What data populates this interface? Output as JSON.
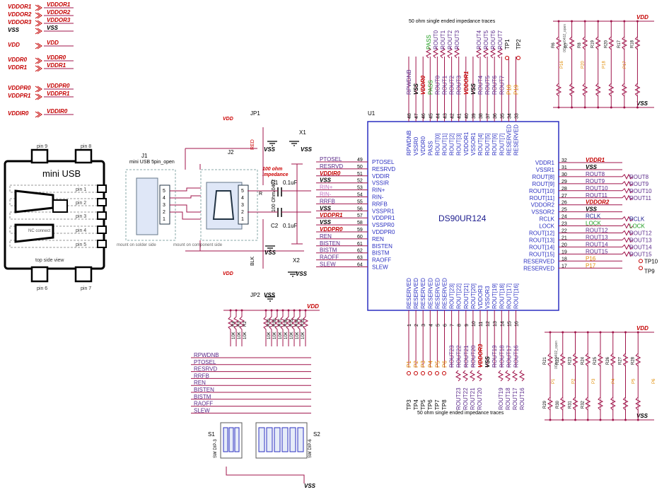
{
  "power_labels": [
    {
      "left": "VDDOR1",
      "right": "VDDOR1"
    },
    {
      "left": "VDDOR2",
      "right": "VDDOR2"
    },
    {
      "left": "VDDOR3",
      "right": "VDDOR3"
    },
    {
      "left": "VSS",
      "right": "VSS"
    },
    {
      "left": "VDD",
      "right": "VDD"
    },
    {
      "left": "VDDR0",
      "right": "VDDR0"
    },
    {
      "left": "VDDR1",
      "right": "VDDR1"
    },
    {
      "left": "VDDPR0",
      "right": "VDDPR0"
    },
    {
      "left": "VDDPR1",
      "right": "VDDPR1"
    },
    {
      "left": "VDDIR0",
      "right": "VDDIR0"
    }
  ],
  "usb": {
    "title": "mini USB",
    "pins": [
      "pin 1",
      "pin 2",
      "pin 3",
      "pin 4",
      "pin 5"
    ],
    "nc": "NC connect",
    "caption": "top side view",
    "pin9": "pin 9",
    "pin8": "pin 8",
    "pin6": "pin 6",
    "pin7": "pin 7"
  },
  "j1": {
    "ref": "J1",
    "desc": "mini USB 5pin_open",
    "note": "mount on solder side"
  },
  "j2": {
    "ref": "J2",
    "note": "mount on component side"
  },
  "jp1": "JP1",
  "jp2": "JP2",
  "x1": "X1",
  "x2": "X2",
  "red": "RED",
  "blk": "BLK",
  "vdd": "VDD",
  "vss": "VSS",
  "c1": "C1",
  "c2": "C2",
  "cval": "0.1uF",
  "r_label": "R",
  "r_value": "100 Ohm/0402",
  "impedance_note": [
    "100 ohm",
    "impedance"
  ],
  "top_note": "50 ohm single ended impedance traces",
  "bottom_note": "50 ohm single ended impedance traces",
  "u1": {
    "ref": "U1",
    "name": "DS90UR124"
  },
  "left_pins": [
    {
      "num": "49",
      "name": "PTOSEL",
      "net": "PTOSEL"
    },
    {
      "num": "50",
      "name": "RESRVD",
      "net": "RESRVD"
    },
    {
      "num": "51",
      "name": "VDDIR",
      "net": "VDDIR0"
    },
    {
      "num": "52",
      "name": "VSSIR",
      "net": "VSS"
    },
    {
      "num": "53",
      "name": "RIN+",
      "net": "RIN+"
    },
    {
      "num": "54",
      "name": "RIN-",
      "net": "RIN-"
    },
    {
      "num": "55",
      "name": "RRFB",
      "net": "RRFB"
    },
    {
      "num": "56",
      "name": "VSSPR1",
      "net": "VSS"
    },
    {
      "num": "57",
      "name": "VDDPR1",
      "net": "VDDPR1"
    },
    {
      "num": "58",
      "name": "VSSPR0",
      "net": "VSS"
    },
    {
      "num": "59",
      "name": "VDDPR0",
      "net": "VDDPR0"
    },
    {
      "num": "60",
      "name": "REN",
      "net": "REN"
    },
    {
      "num": "61",
      "name": "BISTEN",
      "net": "BISTEN"
    },
    {
      "num": "62",
      "name": "BISTM",
      "net": "BISTM"
    },
    {
      "num": "63",
      "name": "RAOFF",
      "net": "RAOFF"
    },
    {
      "num": "64",
      "name": "SLEW",
      "net": "SLEW"
    }
  ],
  "right_pins": [
    {
      "num": "32",
      "name": "VDDR1",
      "net": "VDDR1"
    },
    {
      "num": "31",
      "name": "VSSR1",
      "net": "VSS"
    },
    {
      "num": "30",
      "name": "ROUT[8]",
      "net": "ROUT8"
    },
    {
      "num": "29",
      "name": "ROUT[9]",
      "net": "ROUT9"
    },
    {
      "num": "28",
      "name": "ROUT[10]",
      "net": "ROUT10"
    },
    {
      "num": "27",
      "name": "ROUT[11]",
      "net": "ROUT11"
    },
    {
      "num": "26",
      "name": "VDDOR2",
      "net": "VDDOR2"
    },
    {
      "num": "25",
      "name": "VSSOR2",
      "net": "VSS"
    },
    {
      "num": "24",
      "name": "RCLK",
      "net": "RCLK"
    },
    {
      "num": "23",
      "name": "LOCK",
      "net": "LOCK"
    },
    {
      "num": "22",
      "name": "ROUT[12]",
      "net": "ROUT12"
    },
    {
      "num": "21",
      "name": "ROUT[13]",
      "net": "ROUT13"
    },
    {
      "num": "20",
      "name": "ROUT[14]",
      "net": "ROUT14"
    },
    {
      "num": "19",
      "name": "ROUT[15]",
      "net": "ROUT15"
    },
    {
      "num": "18",
      "name": "RESERVED",
      "net": "P16"
    },
    {
      "num": "17",
      "name": "RESERVED",
      "net": "P17"
    }
  ],
  "right_out": [
    "ROUT8",
    "ROUT9",
    "ROUT10",
    "ROUT11",
    "RCLK",
    "LOCK",
    "ROUT12",
    "ROUT13",
    "ROUT14",
    "ROUT15"
  ],
  "tp_right": [
    "TP10",
    "TP9"
  ],
  "top_pins": [
    {
      "num": "48",
      "name": "RPWDNB",
      "net": "RPWDNB"
    },
    {
      "num": "47",
      "name": "VSSR0",
      "net": "VSS"
    },
    {
      "num": "46",
      "name": "VDDR0",
      "net": "VDDR0"
    },
    {
      "num": "45",
      "name": "PASS",
      "net": "PASS"
    },
    {
      "num": "44",
      "name": "ROUT[0]",
      "net": "ROUT0"
    },
    {
      "num": "43",
      "name": "ROUT[1]",
      "net": "ROUT1"
    },
    {
      "num": "42",
      "name": "ROUT[2]",
      "net": "ROUT2"
    },
    {
      "num": "41",
      "name": "ROUT[3]",
      "net": "ROUT3"
    },
    {
      "num": "40",
      "name": "VDDOR1",
      "net": "VDDOR1"
    },
    {
      "num": "39",
      "name": "VSSOR1",
      "net": "VSS"
    },
    {
      "num": "38",
      "name": "ROUT[4]",
      "net": "ROUT4"
    },
    {
      "num": "37",
      "name": "ROUT[5]",
      "net": "ROUT5"
    },
    {
      "num": "36",
      "name": "ROUT[6]",
      "net": "ROUT6"
    },
    {
      "num": "35",
      "name": "ROUT[7]",
      "net": "ROUT7"
    },
    {
      "num": "34",
      "name": "RESERVED",
      "net": "P18"
    },
    {
      "num": "33",
      "name": "RESERVED",
      "net": "P19"
    }
  ],
  "top_out": [
    "PASS",
    "ROUT0",
    "ROUT1",
    "ROUT2",
    "ROUT3",
    "ROUT4",
    "ROUT5",
    "ROUT6",
    "ROUT7",
    "TP1",
    "TP2"
  ],
  "bottom_pins": [
    {
      "num": "1",
      "name": "RESERVED",
      "net": "P1"
    },
    {
      "num": "2",
      "name": "RESERVED",
      "net": "P2"
    },
    {
      "num": "3",
      "name": "RESERVED",
      "net": "P3"
    },
    {
      "num": "4",
      "name": "RESERVED",
      "net": "P4"
    },
    {
      "num": "5",
      "name": "RESERVED",
      "net": "P5"
    },
    {
      "num": "6",
      "name": "RESERVED",
      "net": "P6"
    },
    {
      "num": "7",
      "name": "ROUT[23]",
      "net": "ROUT23"
    },
    {
      "num": "8",
      "name": "ROUT[22]",
      "net": "ROUT22"
    },
    {
      "num": "9",
      "name": "ROUT[21]",
      "net": "ROUT21"
    },
    {
      "num": "10",
      "name": "ROUT[20]",
      "net": "ROUT20"
    },
    {
      "num": "11",
      "name": "VDDOR3",
      "net": "VDDOR3"
    },
    {
      "num": "12",
      "name": "VSSOR3",
      "net": "VSS"
    },
    {
      "num": "13",
      "name": "ROUT[19]",
      "net": "ROUT19"
    },
    {
      "num": "14",
      "name": "ROUT[18]",
      "net": "ROUT18"
    },
    {
      "num": "15",
      "name": "ROUT[17]",
      "net": "ROUT17"
    },
    {
      "num": "16",
      "name": "ROUT[16]",
      "net": "ROUT16"
    }
  ],
  "bottom_out": [
    "TP3",
    "TP4",
    "TP5",
    "TP6",
    "TP7",
    "TP8",
    "ROUT23",
    "ROUT22",
    "ROUT21",
    "ROUT20",
    "ROUT19",
    "ROUT18",
    "ROUT17",
    "ROUT16"
  ],
  "resistor_top_right": {
    "refs": [
      "R6",
      "R7",
      "R8",
      "R19",
      "R20",
      "R17",
      "R18"
    ],
    "caps": [
      "P16",
      "P20",
      "P18",
      "P17"
    ],
    "val": "0Ohm/0402_open"
  },
  "resistor_bottom_right": {
    "refs": [
      "R21",
      "R22",
      "R23",
      "R24",
      "R25",
      "R26",
      "R27",
      "R28",
      "R29",
      "R30",
      "R31",
      "R32"
    ],
    "caps": [
      "P1",
      "P2",
      "P3",
      "P4",
      "P5",
      "P6"
    ],
    "val": "0Ohm/0402_open"
  },
  "pullups": {
    "left_refs": [
      "R4",
      "R3",
      "R2"
    ],
    "right_refs": [
      "R39",
      "R38",
      "R37",
      "R36",
      "R35",
      "R34",
      "R33"
    ],
    "val": "10K"
  },
  "switch_nets": [
    "RPWDNB",
    "PTOSEL",
    "RESRVD",
    "RRFB",
    "REN",
    "BISTEN",
    "BISTM",
    "RAOFF",
    "SLEW"
  ],
  "s1": {
    "ref": "S1",
    "type": "SW DIP-3"
  },
  "s2": {
    "ref": "S2",
    "type": "SW DIP-6"
  }
}
